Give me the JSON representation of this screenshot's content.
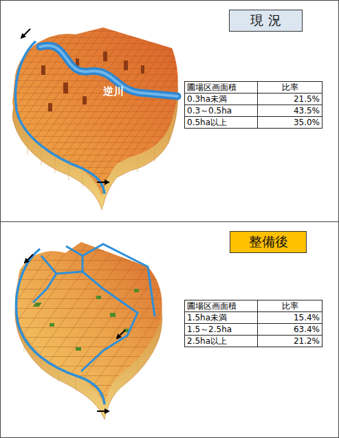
{
  "diagram": {
    "nodes": [
      {
        "text": [
          "現 況"
        ]
      },
      {
        "text": [
          "整備後"
        ]
      }
    ],
    "labels": [
      "逆川",
      "圃場区画面積",
      "比率",
      "0.3ha未満",
      "21.5%",
      "0.3～0.5ha",
      "43.5%",
      "0.5ha以上",
      "35.0%",
      "圃場区画面積",
      "比率",
      "1.5ha未満",
      "15.4%",
      "1.5～2.5ha",
      "63.4%",
      "2.5ha以上",
      "21.2%"
    ]
  }
}
